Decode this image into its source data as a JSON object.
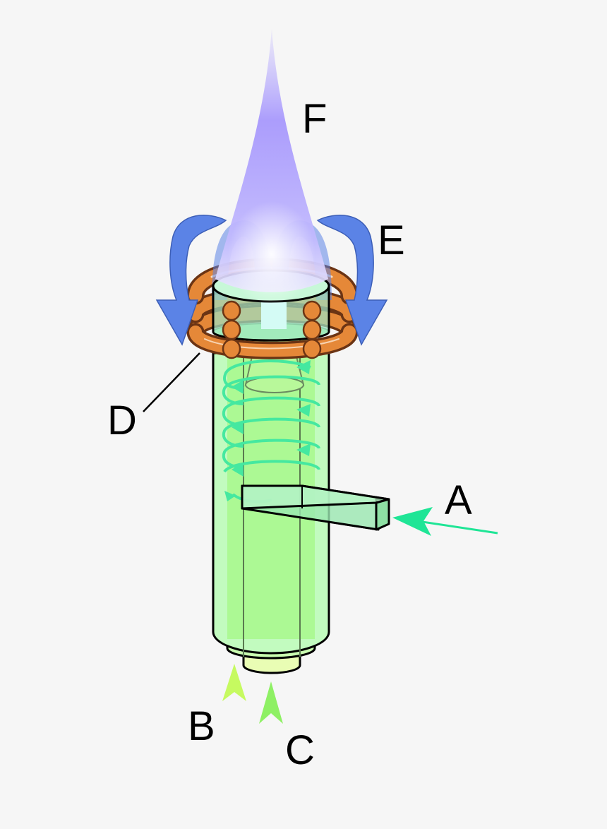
{
  "labels": {
    "a": "A",
    "b": "B",
    "c": "C",
    "d": "D",
    "e": "E",
    "f": "F"
  },
  "colors": {
    "background": "#f6f6f6",
    "tube_fill": "#b6fcb0",
    "tube_inner": "#a8f88c",
    "cap_fill": "#e9fdb4",
    "swirl": "#45e8a0",
    "coil_copper": "#e58838",
    "coil_edge": "#6b3414",
    "flow_arrow": "#5b83e6",
    "plasma": "#a89afc",
    "arrow_a": "#1fe596",
    "arrow_b": "#c6fa60",
    "arrow_c": "#8ef064"
  },
  "icons": {
    "inlet_a": "green-arrow-icon",
    "inlet_b": "yellow-green-arrow-icon",
    "inlet_c": "green-arrow-icon",
    "return_flow": "curved-arrow-icon"
  }
}
